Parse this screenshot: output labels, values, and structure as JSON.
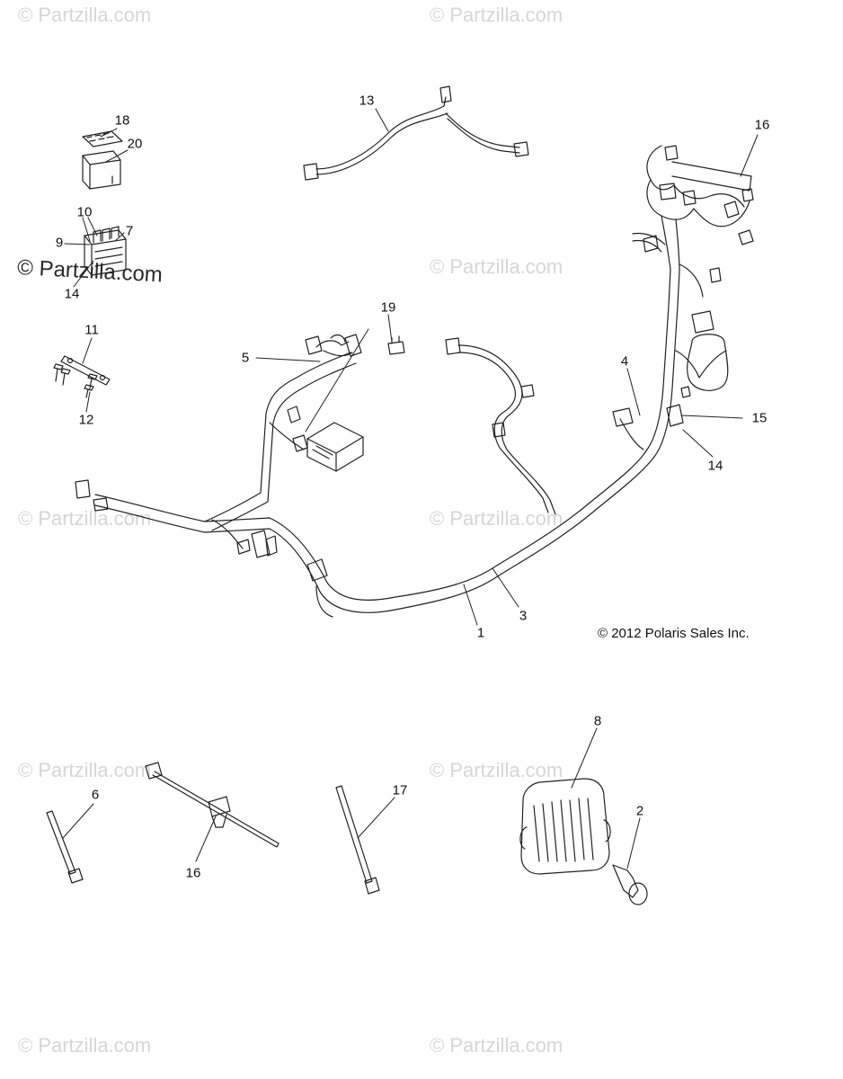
{
  "watermark_text": "© Partzilla.com",
  "featured_watermark_text": "© Partzilla.com",
  "copyright": "© 2012 Polaris Sales Inc.",
  "callouts": [
    {
      "id": "c18",
      "text": "18"
    },
    {
      "id": "c20",
      "text": "20"
    },
    {
      "id": "c10",
      "text": "10"
    },
    {
      "id": "c9",
      "text": "9"
    },
    {
      "id": "c7",
      "text": "7"
    },
    {
      "id": "c14a",
      "text": "14"
    },
    {
      "id": "c11",
      "text": "11"
    },
    {
      "id": "c12",
      "text": "12"
    },
    {
      "id": "c13",
      "text": "13"
    },
    {
      "id": "c16a",
      "text": "16"
    },
    {
      "id": "c19",
      "text": "19"
    },
    {
      "id": "c5",
      "text": "5"
    },
    {
      "id": "c4",
      "text": "4"
    },
    {
      "id": "c15",
      "text": "15"
    },
    {
      "id": "c14b",
      "text": "14"
    },
    {
      "id": "c1",
      "text": "1"
    },
    {
      "id": "c3",
      "text": "3"
    },
    {
      "id": "c8",
      "text": "8"
    },
    {
      "id": "c6",
      "text": "6"
    },
    {
      "id": "c17",
      "text": "17"
    },
    {
      "id": "c2",
      "text": "2"
    },
    {
      "id": "c16b",
      "text": "16"
    }
  ]
}
